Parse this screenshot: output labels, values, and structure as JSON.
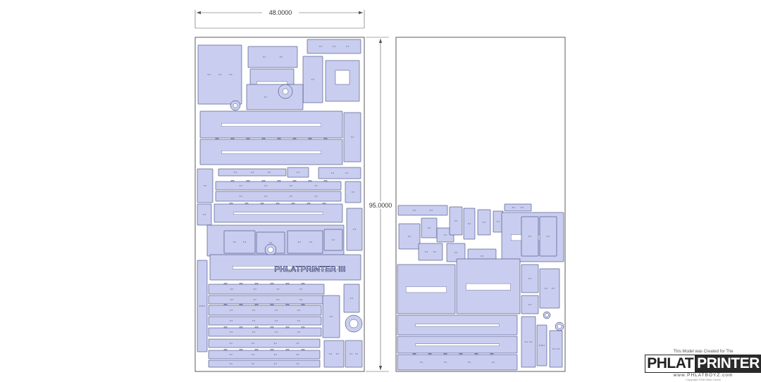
{
  "dimensions": {
    "width_label": "48.0000",
    "height_label": "95.0000"
  },
  "part_label": "PHLATPRINTER III",
  "credit": {
    "line1": "This Model was Created for The",
    "logo_left": "PHLAT",
    "logo_right": "PRINTER",
    "site": "www.PHLATBOYZ.com",
    "copyright": "Copyright 2008 Mark Carew"
  },
  "colors": {
    "part_fill": "#c9cdef",
    "part_stroke": "#1e2a60",
    "sheet_stroke": "#333333"
  }
}
